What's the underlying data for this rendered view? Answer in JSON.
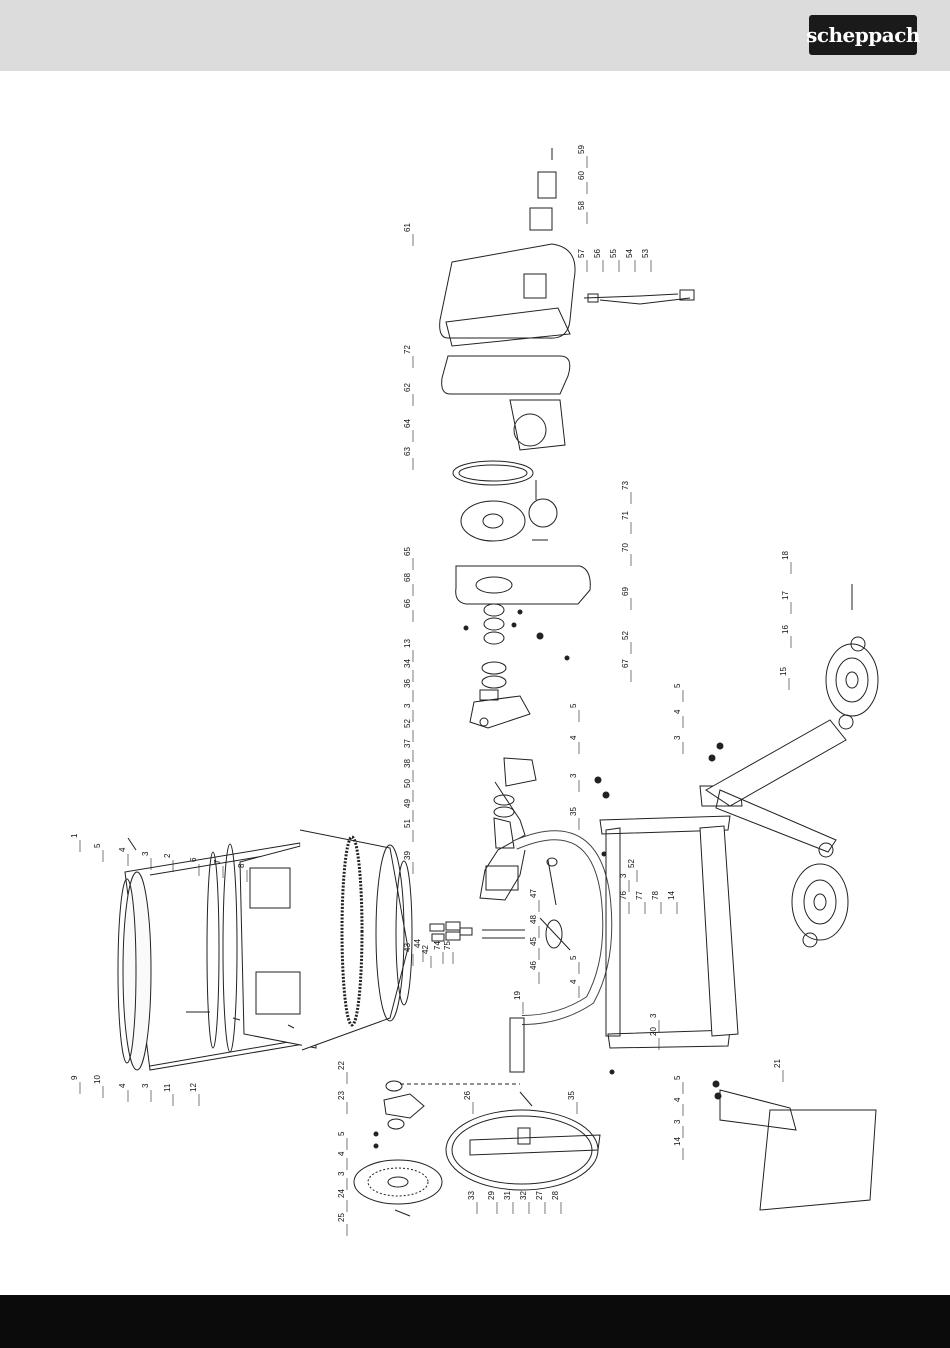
{
  "brand": {
    "logo_text": "scheppach"
  },
  "diagram": {
    "callouts": [
      {
        "id": "c1",
        "label": "1"
      },
      {
        "id": "c5a",
        "label": "5"
      },
      {
        "id": "c4a",
        "label": "4"
      },
      {
        "id": "c3a",
        "label": "3"
      },
      {
        "id": "c2",
        "label": "2"
      },
      {
        "id": "c6",
        "label": "6"
      },
      {
        "id": "c7",
        "label": "7"
      },
      {
        "id": "c8",
        "label": "8"
      },
      {
        "id": "c9",
        "label": "9"
      },
      {
        "id": "c10",
        "label": "10"
      },
      {
        "id": "c4b",
        "label": "4"
      },
      {
        "id": "c3b",
        "label": "3"
      },
      {
        "id": "c11",
        "label": "11"
      },
      {
        "id": "c12",
        "label": "12"
      },
      {
        "id": "c22",
        "label": "22"
      },
      {
        "id": "c23",
        "label": "23"
      },
      {
        "id": "c5b",
        "label": "5"
      },
      {
        "id": "c4c",
        "label": "4"
      },
      {
        "id": "c3c",
        "label": "3"
      },
      {
        "id": "c24",
        "label": "24"
      },
      {
        "id": "c25",
        "label": "25"
      },
      {
        "id": "c26",
        "label": "26"
      },
      {
        "id": "c33",
        "label": "33"
      },
      {
        "id": "c29",
        "label": "29"
      },
      {
        "id": "c31",
        "label": "31"
      },
      {
        "id": "c32",
        "label": "32"
      },
      {
        "id": "c27",
        "label": "27"
      },
      {
        "id": "c28",
        "label": "28"
      },
      {
        "id": "c35a",
        "label": "35"
      },
      {
        "id": "c19",
        "label": "19"
      },
      {
        "id": "c46",
        "label": "46"
      },
      {
        "id": "c45",
        "label": "45"
      },
      {
        "id": "c48",
        "label": "48"
      },
      {
        "id": "c47",
        "label": "47"
      },
      {
        "id": "c43",
        "label": "43"
      },
      {
        "id": "c44",
        "label": "44"
      },
      {
        "id": "c42",
        "label": "42"
      },
      {
        "id": "c74",
        "label": "74"
      },
      {
        "id": "c75",
        "label": "75"
      },
      {
        "id": "c39",
        "label": "39"
      },
      {
        "id": "c51",
        "label": "51"
      },
      {
        "id": "c49",
        "label": "49"
      },
      {
        "id": "c50",
        "label": "50"
      },
      {
        "id": "c38",
        "label": "38"
      },
      {
        "id": "c37",
        "label": "37"
      },
      {
        "id": "c52a",
        "label": "52"
      },
      {
        "id": "c3d",
        "label": "3"
      },
      {
        "id": "c36",
        "label": "36"
      },
      {
        "id": "c34",
        "label": "34"
      },
      {
        "id": "c13",
        "label": "13"
      },
      {
        "id": "c66",
        "label": "66"
      },
      {
        "id": "c68",
        "label": "68"
      },
      {
        "id": "c65",
        "label": "65"
      },
      {
        "id": "c63",
        "label": "63"
      },
      {
        "id": "c64",
        "label": "64"
      },
      {
        "id": "c62",
        "label": "62"
      },
      {
        "id": "c72",
        "label": "72"
      },
      {
        "id": "c61",
        "label": "61"
      },
      {
        "id": "c67",
        "label": "67"
      },
      {
        "id": "c52b",
        "label": "52"
      },
      {
        "id": "c69",
        "label": "69"
      },
      {
        "id": "c70",
        "label": "70"
      },
      {
        "id": "c71",
        "label": "71"
      },
      {
        "id": "c73",
        "label": "73"
      },
      {
        "id": "c57",
        "label": "57"
      },
      {
        "id": "c56",
        "label": "56"
      },
      {
        "id": "c55",
        "label": "55"
      },
      {
        "id": "c54",
        "label": "54"
      },
      {
        "id": "c53",
        "label": "53"
      },
      {
        "id": "c59",
        "label": "59"
      },
      {
        "id": "c60",
        "label": "60"
      },
      {
        "id": "c58",
        "label": "58"
      },
      {
        "id": "c35b",
        "label": "35"
      },
      {
        "id": "c5c",
        "label": "5"
      },
      {
        "id": "c4d",
        "label": "4"
      },
      {
        "id": "c3e",
        "label": "3"
      },
      {
        "id": "c52c",
        "label": "52"
      },
      {
        "id": "c3f",
        "label": "3"
      },
      {
        "id": "c76",
        "label": "76"
      },
      {
        "id": "c77",
        "label": "77"
      },
      {
        "id": "c78",
        "label": "78"
      },
      {
        "id": "c14a",
        "label": "14"
      },
      {
        "id": "c5d",
        "label": "5"
      },
      {
        "id": "c4e",
        "label": "4"
      },
      {
        "id": "c3g",
        "label": "3"
      },
      {
        "id": "c20",
        "label": "20"
      },
      {
        "id": "c5e",
        "label": "5"
      },
      {
        "id": "c4f",
        "label": "4"
      },
      {
        "id": "c3h",
        "label": "3"
      },
      {
        "id": "c14b",
        "label": "14"
      },
      {
        "id": "c21",
        "label": "21"
      },
      {
        "id": "c5f",
        "label": "5"
      },
      {
        "id": "c4g",
        "label": "4"
      },
      {
        "id": "c3i",
        "label": "3"
      },
      {
        "id": "c15",
        "label": "15"
      },
      {
        "id": "c16",
        "label": "16"
      },
      {
        "id": "c17",
        "label": "17"
      },
      {
        "id": "c18",
        "label": "18"
      }
    ]
  }
}
